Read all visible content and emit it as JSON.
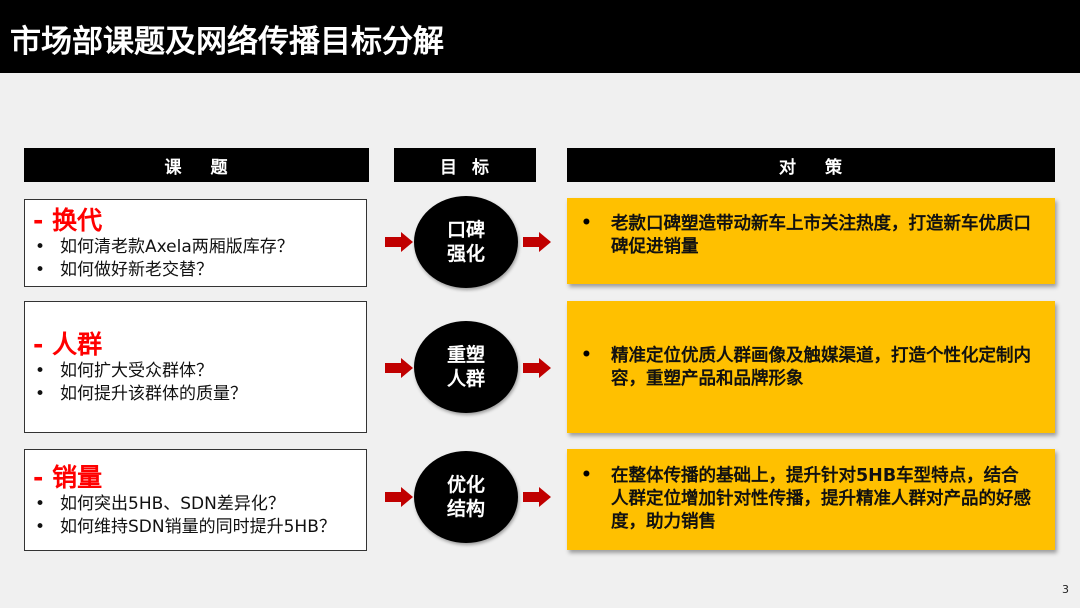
{
  "slide": {
    "title": "市场部课题及网络传播目标分解",
    "page_number": "3"
  },
  "headers": {
    "topic": [
      "课",
      "题"
    ],
    "goal": [
      "目",
      "标"
    ],
    "strategy": [
      "对",
      "策"
    ]
  },
  "rows": [
    {
      "topic_title": "- 换代",
      "questions": [
        "如何清老款Axela两厢版库存？",
        "如何做好新老交替？"
      ],
      "goal": [
        "口碑",
        "强化"
      ],
      "strategy": "老款口碑塑造带动新车上市关注热度，打造新车优质口碑促进销量"
    },
    {
      "topic_title": "- 人群",
      "questions": [
        "如何扩大受众群体？",
        "如何提升该群体的质量？"
      ],
      "goal": [
        "重塑",
        "人群"
      ],
      "strategy": "精准定位优质人群画像及触媒渠道，打造个性化定制内容，重塑产品和品牌形象"
    },
    {
      "topic_title": "- 销量",
      "questions": [
        "如何突出5HB、SDN差异化？",
        "如何维持SDN销量的同时提升5HB？"
      ],
      "goal": [
        "优化",
        "结构"
      ],
      "strategy": "在整体传播的基础上，提升针对5HB车型特点，结合人群定位增加针对性传播，提升精准人群对产品的好感度，助力销售"
    }
  ],
  "symbols": {
    "bullet": "•",
    "arrow_icon": "right-arrow",
    "colors": {
      "title_bg": "#000000",
      "topic_red": "#ff0000",
      "strategy_yellow": "#ffc000",
      "arrow_red": "#c00000",
      "background": "#f0f0f0"
    }
  }
}
